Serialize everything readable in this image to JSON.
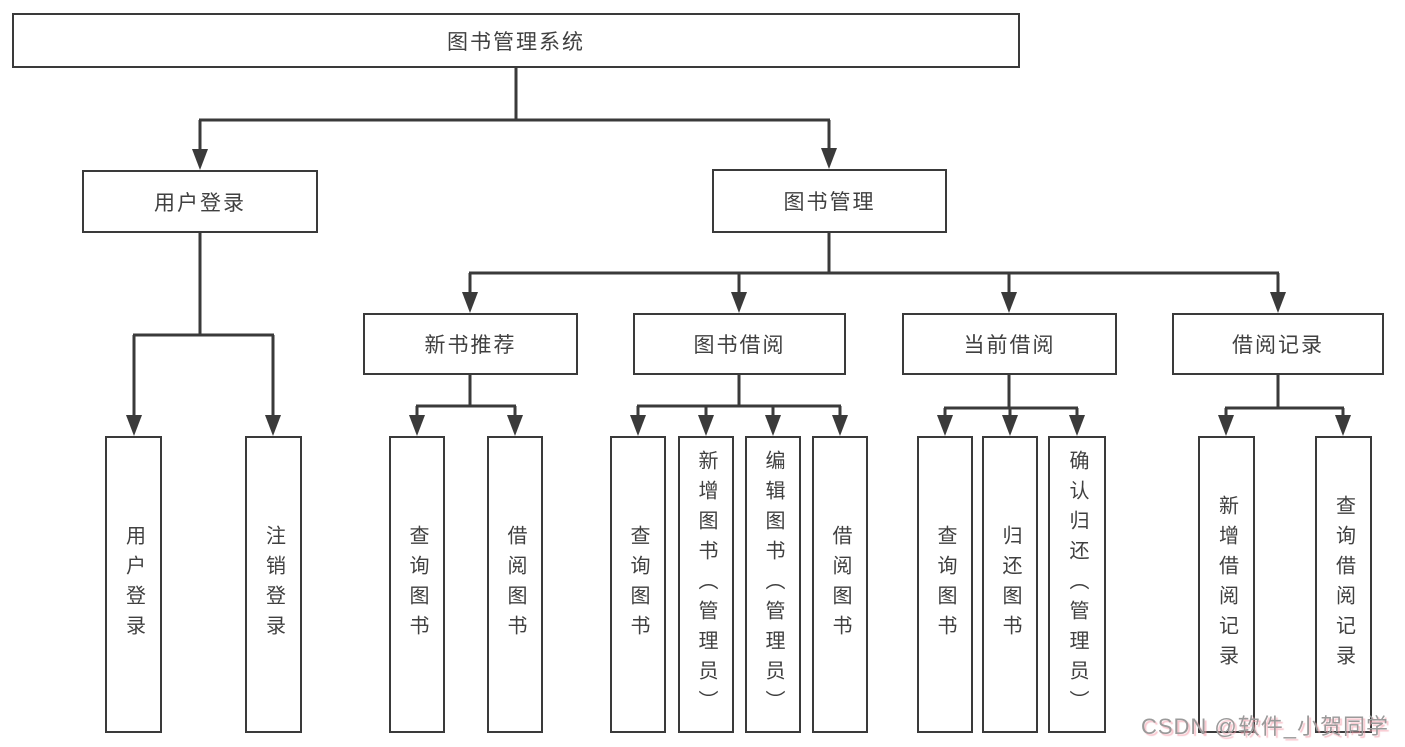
{
  "colors": {
    "line": "#3a3a3a",
    "border": "#3a3a3a",
    "text": "#404040",
    "bg": "#ffffff",
    "watermark": "#9a9a9a",
    "watermark-shadow": "rgba(244,164,176,0.65)"
  },
  "tree": {
    "root": "图书管理系统",
    "children": [
      {
        "label": "用户登录",
        "children": [
          {
            "label": "用户登录"
          },
          {
            "label": "注销登录"
          }
        ]
      },
      {
        "label": "图书管理",
        "children": [
          {
            "label": "新书推荐",
            "children": [
              {
                "label": "查询图书"
              },
              {
                "label": "借阅图书"
              }
            ]
          },
          {
            "label": "图书借阅",
            "children": [
              {
                "label": "查询图书"
              },
              {
                "label": "新增图书（管理员）"
              },
              {
                "label": "编辑图书（管理员）"
              },
              {
                "label": "借阅图书"
              }
            ]
          },
          {
            "label": "当前借阅",
            "children": [
              {
                "label": "查询图书"
              },
              {
                "label": "归还图书"
              },
              {
                "label": "确认归还（管理员）"
              }
            ]
          },
          {
            "label": "借阅记录",
            "children": [
              {
                "label": "新增借阅记录"
              },
              {
                "label": "查询借阅记录"
              }
            ]
          }
        ]
      }
    ]
  },
  "watermark": {
    "text": "CSDN @软件_小贺同学"
  }
}
